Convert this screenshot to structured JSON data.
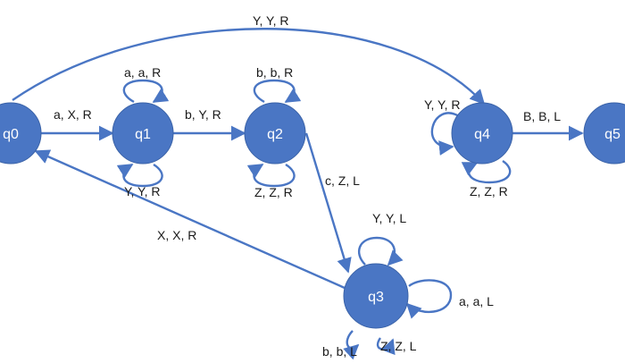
{
  "states": [
    {
      "id": "q0",
      "label": "q0"
    },
    {
      "id": "q1",
      "label": "q1"
    },
    {
      "id": "q2",
      "label": "q2"
    },
    {
      "id": "q3",
      "label": "q3"
    },
    {
      "id": "q4",
      "label": "q4"
    },
    {
      "id": "q5",
      "label": "q5"
    }
  ],
  "transitions": [
    {
      "from": "q0",
      "to": "q4",
      "label": "Y, Y, R"
    },
    {
      "from": "q0",
      "to": "q1",
      "label": "a, X, R"
    },
    {
      "from": "q1",
      "to": "q1",
      "label": "a, a, R"
    },
    {
      "from": "q1",
      "to": "q1",
      "label": "Y, Y, R"
    },
    {
      "from": "q1",
      "to": "q2",
      "label": "b, Y, R"
    },
    {
      "from": "q2",
      "to": "q2",
      "label": "b, b, R"
    },
    {
      "from": "q2",
      "to": "q2",
      "label": "Z, Z, R"
    },
    {
      "from": "q2",
      "to": "q3",
      "label": "c, Z, L"
    },
    {
      "from": "q3",
      "to": "q0",
      "label": "X, X, R"
    },
    {
      "from": "q3",
      "to": "q3",
      "label": "Y, Y, L"
    },
    {
      "from": "q3",
      "to": "q3",
      "label": "a, a, L"
    },
    {
      "from": "q3",
      "to": "q3",
      "label": "b, b, L"
    },
    {
      "from": "q3",
      "to": "q3",
      "label": "Z, Z, L"
    },
    {
      "from": "q4",
      "to": "q4",
      "label": "Y, Y, R"
    },
    {
      "from": "q4",
      "to": "q4",
      "label": "Z, Z, R"
    },
    {
      "from": "q4",
      "to": "q5",
      "label": "B, B, L"
    }
  ],
  "colors": {
    "state_fill": "#4a76c4",
    "edge": "#4a76c4",
    "text": "#1a1a1a"
  }
}
